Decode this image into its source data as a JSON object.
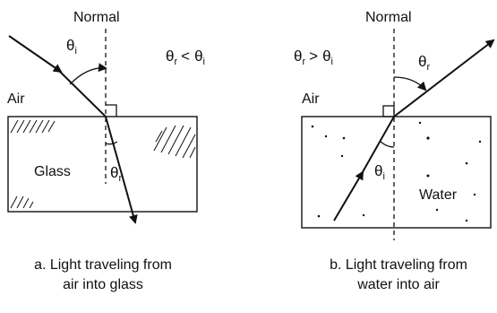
{
  "panel_a": {
    "normal_label": "Normal",
    "upper_medium": "Air",
    "lower_medium": "Glass",
    "theta_symbol": "θ",
    "incident_sub": "i",
    "refracted_sub": "r",
    "relation_op": "<",
    "caption_line1": "a. Light traveling from",
    "caption_line2": "air into glass"
  },
  "panel_b": {
    "normal_label": "Normal",
    "upper_medium": "Air",
    "lower_medium": "Water",
    "theta_symbol": "θ",
    "incident_sub": "i",
    "refracted_sub": "r",
    "relation_op": ">",
    "caption_line1": "b. Light traveling from",
    "caption_line2": "water into air"
  },
  "colors": {
    "ink": "#111111",
    "background": "#ffffff"
  }
}
